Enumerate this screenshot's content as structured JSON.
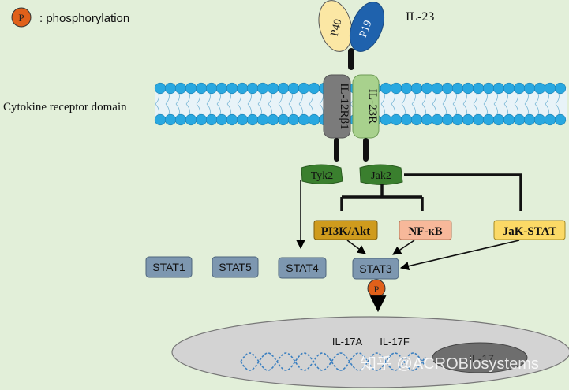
{
  "legend": {
    "symbol": "P",
    "text": ": phosphorylation"
  },
  "ligand": {
    "name": "IL-23",
    "subunits": [
      "P40",
      "P19"
    ]
  },
  "membrane": {
    "label": "Cytokine receptor domain"
  },
  "receptors": [
    "IL-12Rβ1",
    "IL-23R"
  ],
  "kinases": [
    "Tyk2",
    "Jak2"
  ],
  "pathways": [
    "PI3K/Akt",
    "NF-κB",
    "JaK-STAT"
  ],
  "stats": [
    "STAT1",
    "STAT5",
    "STAT4",
    "STAT3"
  ],
  "phospho_mark": "P",
  "nucleus": {
    "genes": [
      "IL-17A",
      "IL-17F"
    ],
    "nucleolus_text": "IL-17"
  },
  "watermark": "知乎 @ACROBiosystems",
  "colors": {
    "background": "#e2efd9",
    "membrane_bead": "#29a8e0",
    "ligand_p40": "#fbe7a4",
    "ligand_p19": "#1f62ad",
    "receptor_beta1": "#7b7b7b",
    "receptor_23r": "#a8d18d",
    "kinase": "#3a7f2e",
    "pi3k": "#cf9b1d",
    "nfkb": "#f7b89a",
    "jakstat": "#fbd966",
    "stat": "#7d97b0",
    "phospho": "#e0601a",
    "nucleus": "#d3d3d3"
  }
}
